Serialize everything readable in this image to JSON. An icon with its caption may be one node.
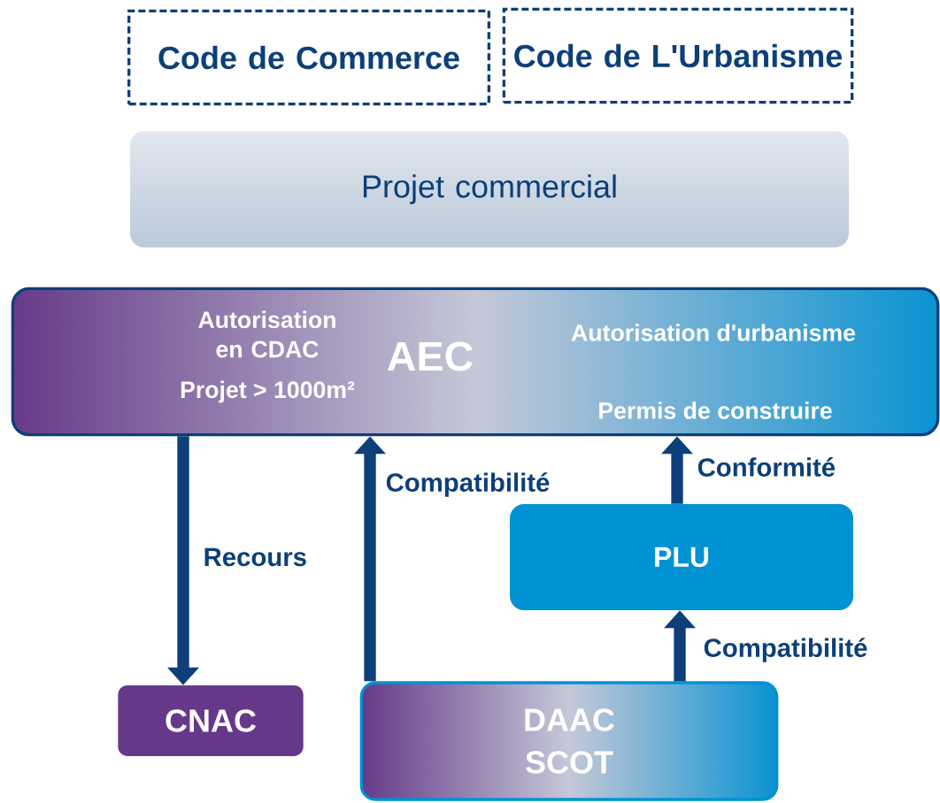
{
  "diagram": {
    "nodes": [
      {
        "text": [
          "Code de Commerce"
        ]
      },
      {
        "text": [
          "Code de L'Urbanisme"
        ]
      },
      {
        "text": [
          "Projet commercial"
        ]
      },
      {
        "text": [
          "Autorisation en CDAC",
          "Projet > 1000m²",
          "AEC",
          "Autorisation d'urbanisme",
          "Permis de construire"
        ]
      },
      {
        "text": [
          "PLU"
        ]
      },
      {
        "text": [
          "CNAC"
        ]
      },
      {
        "text": [
          "DAAC SCOT"
        ]
      }
    ],
    "edges": [
      {
        "from": 3,
        "to": 5,
        "arrow": "to",
        "label": "Recours"
      },
      {
        "from": 6,
        "to": 3,
        "arrow": "to",
        "label": "Compatibilité"
      },
      {
        "from": 4,
        "to": 3,
        "arrow": "to",
        "label": "Conformité"
      },
      {
        "from": 6,
        "to": 4,
        "arrow": "to",
        "label": "Compatibilité"
      }
    ]
  }
}
